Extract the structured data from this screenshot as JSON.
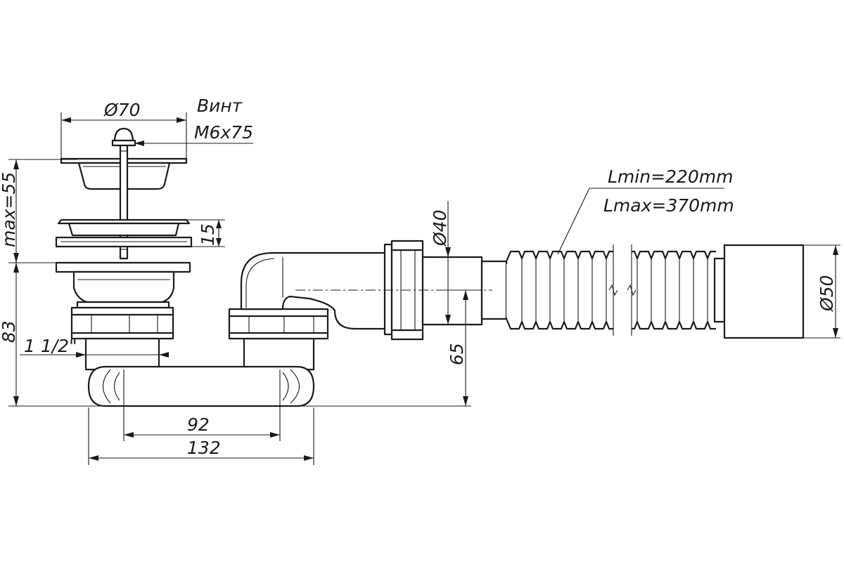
{
  "labels": {
    "top_diameter": "Ø70",
    "screw_title": "Винт",
    "screw_size": "M6x75",
    "max_height": "max=55",
    "plug_height": "15",
    "outlet_diameter": "Ø40",
    "length_min": "Lmin=220mm",
    "length_max": "Lmax=370mm",
    "hose_end_diameter": "Ø50",
    "total_height": "83",
    "thread_size": "1 1/2\"",
    "outlet_height": "65",
    "axis_distance": "92",
    "total_width": "132"
  }
}
